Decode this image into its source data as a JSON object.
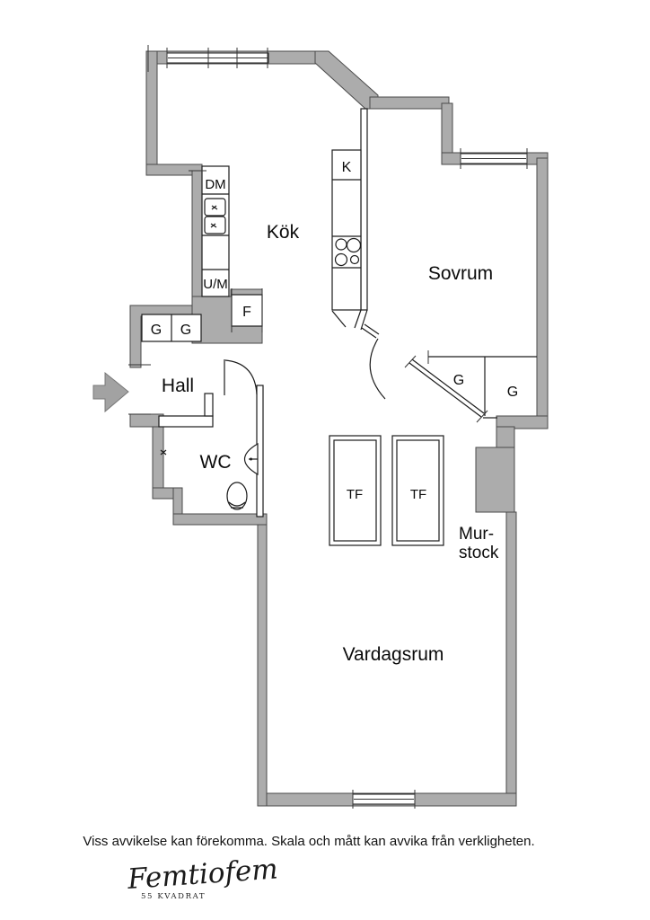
{
  "page": {
    "background": "#ffffff"
  },
  "palette": {
    "wall_fill": "#acacac",
    "wall_stroke": "#4a4a4a",
    "line_color": "#1c1c1c",
    "arrow_fill": "#a2a2a2"
  },
  "rooms": {
    "kitchen": "Kök",
    "bedroom": "Sovrum",
    "hall": "Hall",
    "wc": "WC",
    "living_room": "Vardagsrum",
    "chimney_line1": "Mur-",
    "chimney_line2": "stock"
  },
  "labels": {
    "dishwasher": "DM",
    "washing_machine": "U/M",
    "freezer": "F",
    "fridge": "K",
    "wardrobe": "G",
    "tf_unit": "TF"
  },
  "footer": {
    "disclaimer": "Viss avvikelse kan förekomma. Skala och mått kan avvika från verkligheten."
  },
  "branding": {
    "signature": "Femtiofem",
    "tagline": "55 KVADRAT"
  }
}
